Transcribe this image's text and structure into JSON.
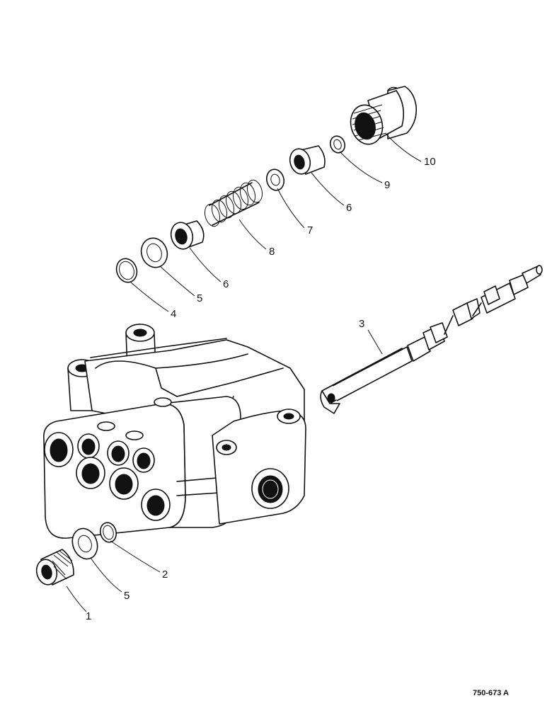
{
  "callouts": {
    "c1": "1",
    "c2": "2",
    "c3": "3",
    "c4": "4",
    "c5_lower": "5",
    "c5_upper": "5",
    "c6_left": "6",
    "c6_right": "6",
    "c7": "7",
    "c8": "8",
    "c9": "9",
    "c10": "10"
  },
  "drawing_code": "750-673 A"
}
